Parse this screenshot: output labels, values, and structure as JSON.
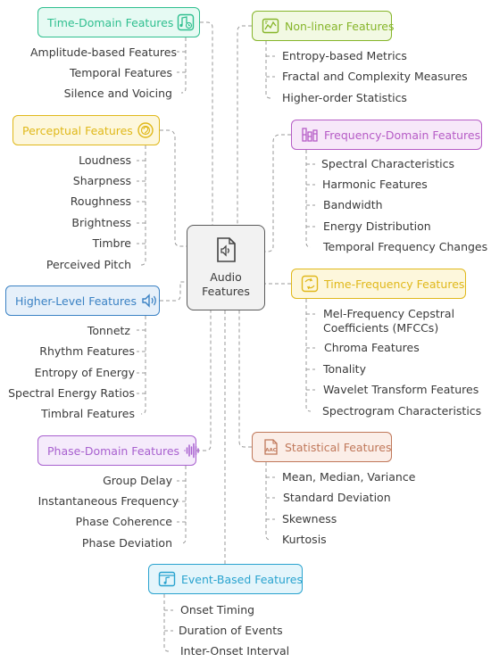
{
  "center": {
    "line1": "Audio",
    "line2": "Features",
    "icon": "audio-file-icon"
  },
  "categories": [
    {
      "id": "time-domain",
      "label": "Time-Domain Features",
      "color": "#2fbf8f",
      "bg": "#e6faf3",
      "icon": "music-note-clock-icon",
      "items": [
        "Amplitude-based Features",
        "Temporal Features",
        "Silence and Voicing"
      ]
    },
    {
      "id": "perceptual",
      "label": "Perceptual Features",
      "color": "#e0b81a",
      "bg": "#fdf7dc",
      "icon": "ear-target-icon",
      "items": [
        "Loudness",
        "Sharpness",
        "Roughness",
        "Brightness",
        "Timbre",
        "Perceived Pitch"
      ]
    },
    {
      "id": "higher-level",
      "label": "Higher-Level Features",
      "color": "#3b82c4",
      "bg": "#e6f0fa",
      "icon": "speaker-icon",
      "items": [
        "Tonnetz",
        "Rhythm Features",
        "Entropy of Energy",
        "Spectral Energy Ratios",
        "Timbral Features"
      ]
    },
    {
      "id": "phase-domain",
      "label": "Phase-Domain Features",
      "color": "#a860cf",
      "bg": "#f5ebfb",
      "icon": "waveform-icon",
      "items": [
        "Group Delay",
        "Instantaneous Frequency",
        "Phase Coherence",
        "Phase Deviation"
      ]
    },
    {
      "id": "event-based",
      "label": "Event-Based Features",
      "color": "#29a3cf",
      "bg": "#e4f5fb",
      "icon": "music-window-icon",
      "items": [
        "Onset Timing",
        "Duration of Events",
        "Inter-Onset Interval"
      ]
    },
    {
      "id": "non-linear",
      "label": "Non-linear Features",
      "color": "#86b52a",
      "bg": "#f2f9e3",
      "icon": "chart-graph-icon",
      "items": [
        "Entropy-based Metrics",
        "Fractal and Complexity Measures",
        "Higher-order Statistics"
      ]
    },
    {
      "id": "frequency-domain",
      "label": "Frequency-Domain Features",
      "color": "#b65cc6",
      "bg": "#f7e8f9",
      "icon": "equalizer-icon",
      "items": [
        "Spectral Characteristics",
        "Harmonic Features",
        "Bandwidth",
        "Energy Distribution",
        "Temporal Frequency Changes"
      ]
    },
    {
      "id": "time-frequency",
      "label": "Time-Frequency Features",
      "color": "#e0b81a",
      "bg": "#fdf7dc",
      "icon": "music-swap-icon",
      "items": [
        "Mel-Frequency Cepstral Coefficients (MFCCs)",
        "Chroma Features",
        "Tonality",
        "Wavelet Transform Features",
        "Spectrogram Characteristics"
      ]
    },
    {
      "id": "statistical",
      "label": "Statistical Features",
      "color": "#c0785a",
      "bg": "#fbeee8",
      "icon": "aac-file-icon",
      "items": [
        "Mean, Median, Variance",
        "Standard Deviation",
        "Skewness",
        "Kurtosis"
      ]
    }
  ]
}
